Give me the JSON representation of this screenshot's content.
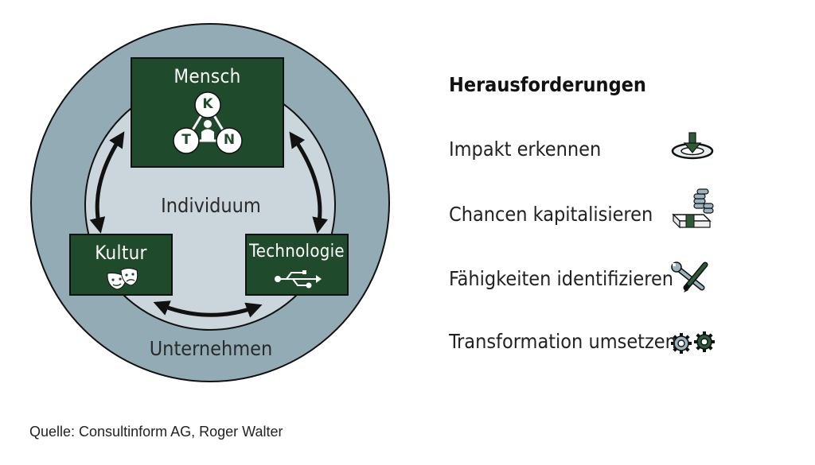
{
  "diagram": {
    "outer_label": "Unternehmen",
    "inner_label": "Individuum",
    "boxes": {
      "mensch": {
        "label": "Mensch",
        "nodes": {
          "top": "K",
          "left": "T",
          "right": "N"
        }
      },
      "kultur": {
        "label": "Kultur"
      },
      "technologie": {
        "label": "Technologie"
      }
    }
  },
  "panel": {
    "title": "Herausforderungen",
    "items": [
      {
        "label": "Impakt erkennen",
        "icon": "target-download-icon"
      },
      {
        "label": "Chancen kapitalisieren",
        "icon": "money-coins-icon"
      },
      {
        "label": "Fähigkeiten identifizieren",
        "icon": "tools-icon"
      },
      {
        "label": "Transformation umsetzen",
        "icon": "gears-icon"
      }
    ]
  },
  "source": "Quelle: Consultinform AG, Roger Walter",
  "colors": {
    "outer_ring": "#93abb5",
    "inner_circle": "#cbd6dc",
    "box_fill": "#1f4a2c",
    "stroke": "#111111",
    "icon_green": "#2f5a36"
  }
}
